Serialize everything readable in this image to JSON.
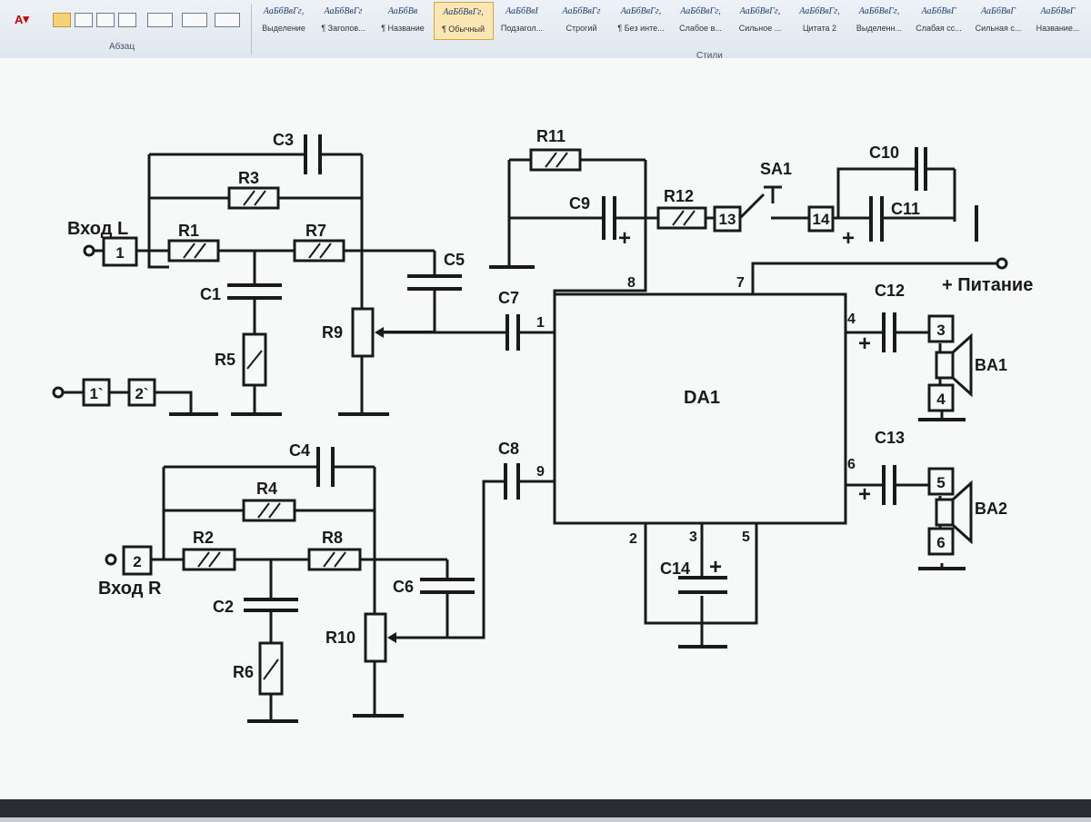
{
  "ribbon": {
    "font_color_icon": "A",
    "paragraph_group": "Абзац",
    "styles_group": "Стили",
    "styles": [
      {
        "sample": "АаБбВвГг,",
        "name": "Выделение"
      },
      {
        "sample": "АаБбВвГг",
        "name": "¶ Заголов..."
      },
      {
        "sample": "АаБбВв",
        "name": "¶ Название"
      },
      {
        "sample": "АаБбВвГг,",
        "name": "¶ Обычный",
        "selected": true
      },
      {
        "sample": "АаБбВвI",
        "name": "Подзагол..."
      },
      {
        "sample": "АаБбВвГг",
        "name": "Строгий"
      },
      {
        "sample": "АаБбВвГг,",
        "name": "¶ Без инте..."
      },
      {
        "sample": "АаБбВвГг,",
        "name": "Слабое в..."
      },
      {
        "sample": "АаБбВвГг,",
        "name": "Сильное ..."
      },
      {
        "sample": "АаБбВвГг,",
        "name": "Цитата 2"
      },
      {
        "sample": "АаБбВвГг,",
        "name": "Выделенн..."
      },
      {
        "sample": "АаБбВвГ",
        "name": "Слабая сс..."
      },
      {
        "sample": "АаБбВвГ",
        "name": "Сильная с..."
      },
      {
        "sample": "АаБбВвГ",
        "name": "Название..."
      }
    ]
  },
  "schematic": {
    "labels": {
      "input_l": "Вход L",
      "input_r": "Вход R",
      "power": "+ Питание",
      "ic": "DA1",
      "c1": "C1",
      "c2": "C2",
      "c3": "C3",
      "c4": "C4",
      "c5": "C5",
      "c6": "C6",
      "c7": "C7",
      "c8": "C8",
      "c9": "C9",
      "c10": "C10",
      "c11": "C11",
      "c12": "C12",
      "c13": "C13",
      "c14": "C14",
      "r1": "R1",
      "r2": "R2",
      "r3": "R3",
      "r4": "R4",
      "r5": "R5",
      "r6": "R6",
      "r7": "R7",
      "r8": "R8",
      "r9": "R9",
      "r10": "R10",
      "r11": "R11",
      "r12": "R12",
      "sa1": "SA1",
      "ba1": "BA1",
      "ba2": "BA2"
    },
    "terminals": {
      "t1": "1",
      "t2": "2",
      "t1b": "1`",
      "t2b": "2`",
      "t3": "3",
      "t4": "4",
      "t5": "5",
      "t6": "6",
      "t13": "13",
      "t14": "14"
    },
    "pins": {
      "p1": "1",
      "p2": "2",
      "p3": "3",
      "p4": "4",
      "p5": "5",
      "p6": "6",
      "p7": "7",
      "p8": "8",
      "p9": "9"
    },
    "plus": "+"
  }
}
